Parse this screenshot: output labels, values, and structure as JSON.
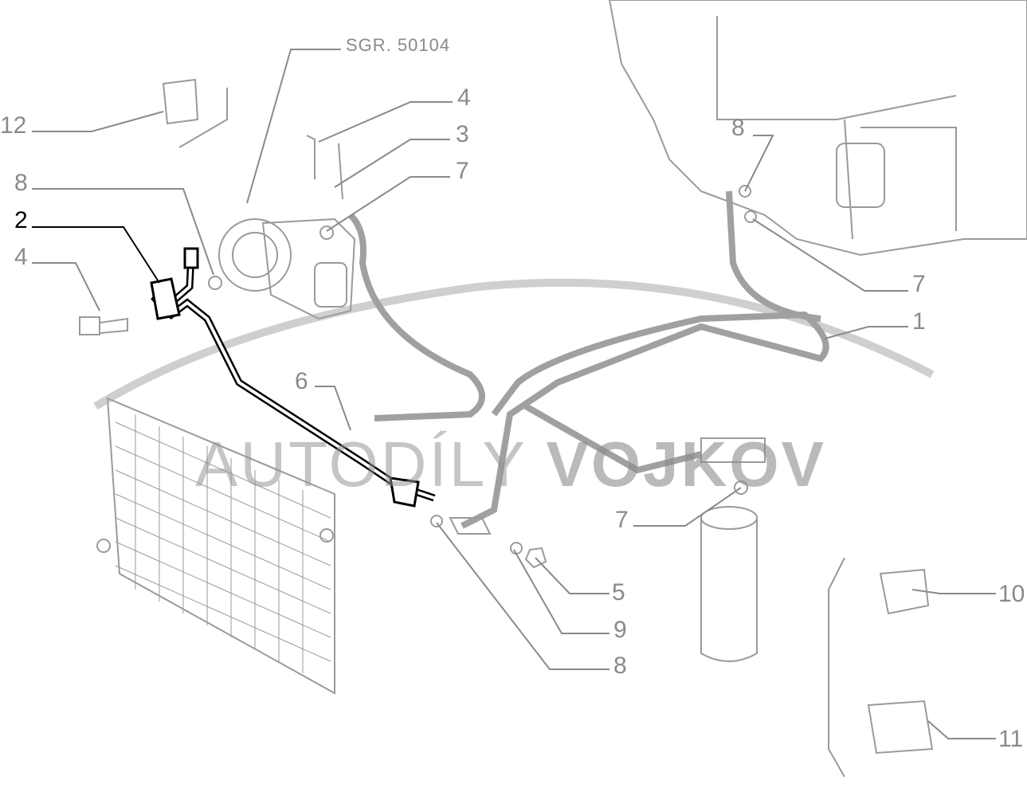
{
  "diagram": {
    "reference": "SGR. 50104",
    "watermark": {
      "light": "AUTODÍLY",
      "bold": "VOJKOV"
    },
    "highlight_color": "#000000",
    "line_color": "#8a8a8a",
    "callouts": [
      {
        "id": "c12",
        "label": "12"
      },
      {
        "id": "c8a",
        "label": "8"
      },
      {
        "id": "c2",
        "label": "2",
        "active": true
      },
      {
        "id": "c4a",
        "label": "4"
      },
      {
        "id": "c4b",
        "label": "4"
      },
      {
        "id": "c3",
        "label": "3"
      },
      {
        "id": "c7a",
        "label": "7"
      },
      {
        "id": "c8b",
        "label": "8"
      },
      {
        "id": "c7b",
        "label": "7"
      },
      {
        "id": "c1",
        "label": "1"
      },
      {
        "id": "c6",
        "label": "6"
      },
      {
        "id": "c7c",
        "label": "7"
      },
      {
        "id": "c5",
        "label": "5"
      },
      {
        "id": "c9",
        "label": "9"
      },
      {
        "id": "c8c",
        "label": "8"
      },
      {
        "id": "c10",
        "label": "10"
      },
      {
        "id": "c11",
        "label": "11"
      }
    ]
  }
}
